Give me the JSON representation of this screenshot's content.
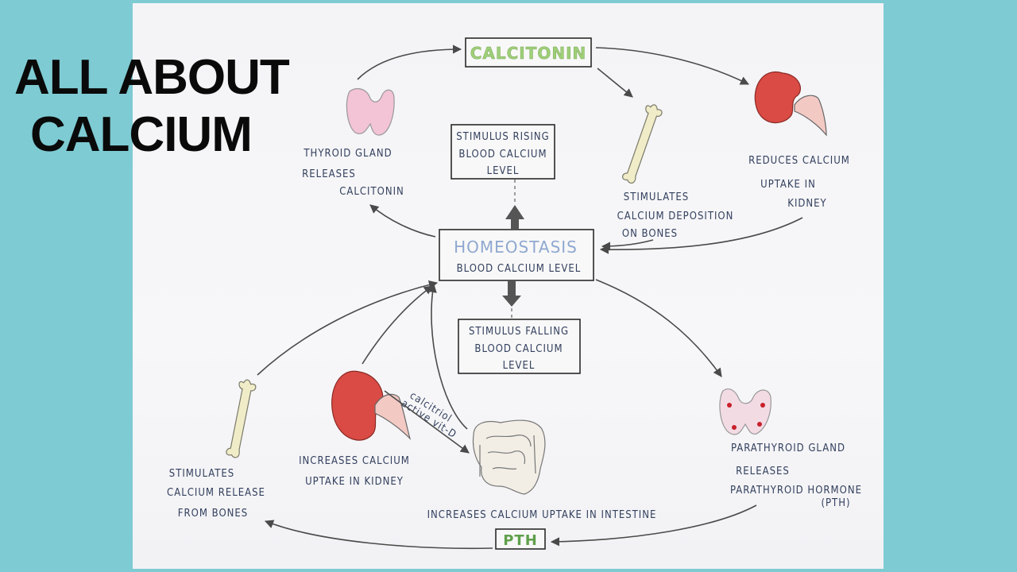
{
  "title": {
    "line1": "ALL ABOUT",
    "line2": "CALCIUM"
  },
  "diagram": {
    "calcitonin": "CALCITONIN",
    "pth": "PTH",
    "homeostasis": {
      "title": "HOMEOSTASIS",
      "subtitle": "BLOOD  CALCIUM  LEVEL"
    },
    "stimulus_rising": [
      "STIMULUS RISING",
      "BLOOD CALCIUM",
      "LEVEL"
    ],
    "stimulus_falling": [
      "STIMULUS FALLING",
      "BLOOD  CALCIUM",
      "LEVEL"
    ],
    "thyroid": [
      "THYROID  GLAND",
      "RELEASES",
      "CALCITONIN"
    ],
    "bone_deposition": [
      "STIMULATES",
      "CALCIUM DEPOSITION",
      "ON BONES"
    ],
    "kidney_reduce": [
      "REDUCES  CALCIUM",
      "UPTAKE     IN",
      "KIDNEY"
    ],
    "bone_release": [
      "STIMULATES",
      "CALCIUM RELEASE",
      "FROM  BONES"
    ],
    "kidney_increase": [
      "INCREASES  CALCIUM",
      "UPTAKE   IN KIDNEY"
    ],
    "calcitriol": [
      "calcitriol",
      "active vit-D"
    ],
    "intestine": "INCREASES  CALCIUM  UPTAKE  IN  INTESTINE",
    "parathyroid": [
      "PARATHYROID  GLAND",
      "RELEASES",
      "PARATHYROID  HORMONE",
      "(PTH)"
    ]
  },
  "colors": {
    "background": "#7ecbd3",
    "kidney": "#d94b44",
    "bone": "#f0ecc8",
    "thyroid": "#f3c3d6",
    "calcitonin_text": "#9fcf78",
    "homeostasis_text": "#8fa8d0",
    "pth_text": "#5fa04a"
  }
}
